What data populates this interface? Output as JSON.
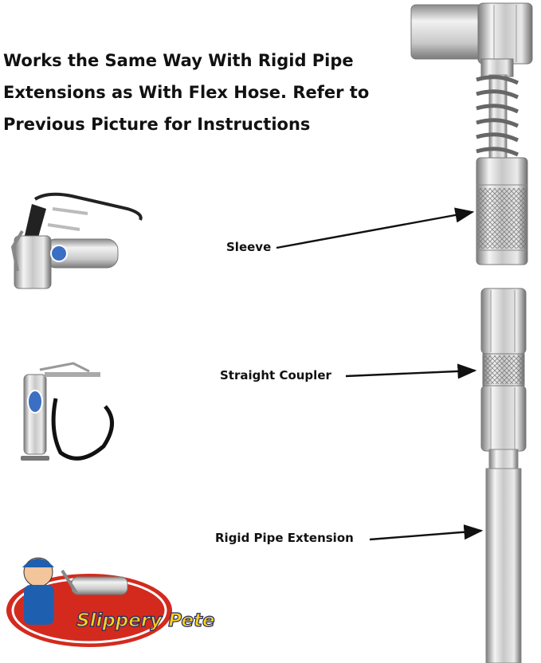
{
  "headline": {
    "line1": "Works the Same Way With Rigid Pipe",
    "line2": "Extensions as With Flex Hose. Refer to",
    "line3": "Previous Picture for Instructions"
  },
  "callouts": {
    "sleeve": "Sleeve",
    "straight_coupler": "Straight Coupler",
    "rigid_pipe_extension": "Rigid Pipe Extension"
  },
  "logo": {
    "text": "Slippery Pete"
  },
  "colors": {
    "text": "#111111",
    "metal_light": "#eeeeee",
    "metal_mid": "#c4c4c4",
    "metal_dark": "#8a8a8a",
    "logo_red": "#d42a1e",
    "logo_yellow": "#ffd21a",
    "logo_blue": "#1f5fb0"
  }
}
